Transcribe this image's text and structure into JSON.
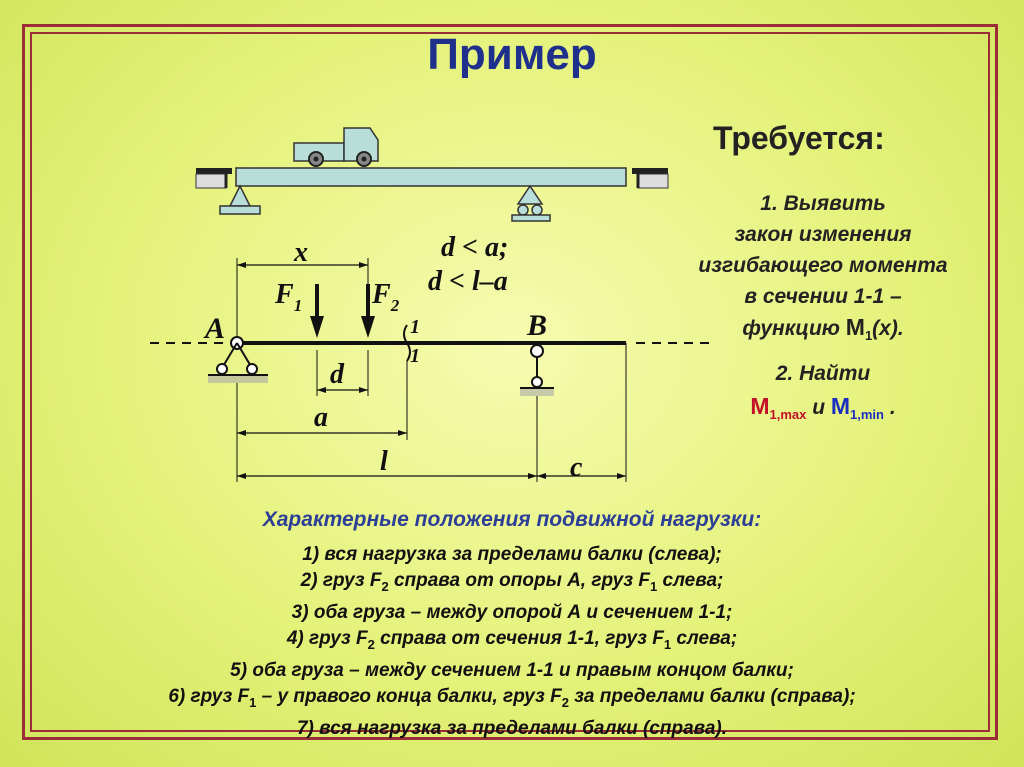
{
  "title": "Пример",
  "required": {
    "heading": "Требуется:",
    "task1": [
      "1. Выявить",
      "закон изменения",
      "изгибающего момента",
      "в сечении 1-1 –"
    ],
    "task1_func_pre": "функцию ",
    "task1_func_M": "M",
    "task1_func_sub": "1",
    "task1_func_post": "(x).",
    "task2_line1": "2. Найти",
    "task2_M1": "M",
    "task2_M1_sub": "1,max",
    "task2_and": " и ",
    "task2_M2": "M",
    "task2_M2_sub": "1,min",
    "task2_end": " ."
  },
  "diagram": {
    "label_x": "x",
    "label_F1": "F",
    "label_F1_sub": "1",
    "label_F2": "F",
    "label_F2_sub": "2",
    "label_A": "A",
    "label_B": "B",
    "label_d": "d",
    "label_a": "a",
    "label_l": "l",
    "label_c": "c",
    "section_top": "1",
    "section_bot": "1",
    "condition1": "d < a;",
    "condition2": "d < l–a"
  },
  "positions": {
    "heading": "Характерные положения подвижной нагрузки:",
    "items": [
      {
        "pre": "1) вся нагрузка за пределами балки (слева);"
      },
      {
        "pre": "2) груз F",
        "s1": "2",
        "mid": " справа от опоры А, груз F",
        "s2": "1",
        "post": " слева;"
      },
      {
        "pre": "3) оба груза – между опорой А и сечением 1-1;"
      },
      {
        "pre": "4) груз F",
        "s1": "2",
        "mid": " справа от сечения 1-1, груз F",
        "s2": "1",
        "post": " слева;"
      },
      {
        "pre": "5) оба груза – между сечением 1-1 и правым концом балки;"
      },
      {
        "pre": "6) груз F",
        "s1": "1",
        "mid": " – у правого конца балки, груз F",
        "s2": "2",
        "post": " за пределами балки (справа);"
      },
      {
        "pre": "7) вся нагрузка за пределами балки (справа)."
      }
    ]
  },
  "colors": {
    "title": "#1f2f8c",
    "frame": "#9a2d38",
    "accent_red": "#c0102a",
    "accent_blue": "#1a2ec0",
    "beam_fill": "#b9ddd8"
  }
}
